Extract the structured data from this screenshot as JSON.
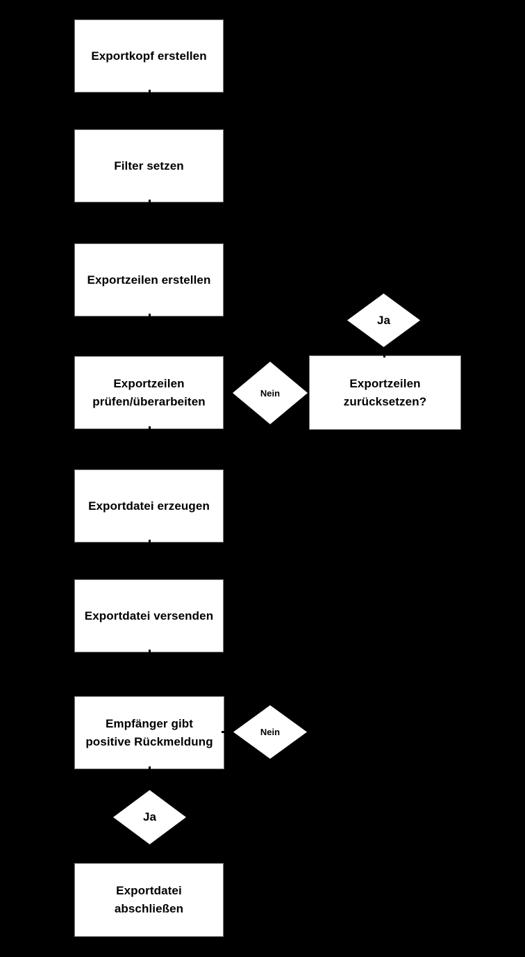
{
  "diagram": {
    "type": "flowchart",
    "background_color": "#000000",
    "node_fill": "#ffffff",
    "text_color": "#000000",
    "nodes": {
      "exportkopf": {
        "shape": "process",
        "label": "Exportkopf erstellen"
      },
      "filter": {
        "shape": "process",
        "label": "Filter setzen"
      },
      "zeilen_erstellen": {
        "shape": "process",
        "label": "Exportzeilen erstellen"
      },
      "pruefen": {
        "shape": "process",
        "label": "Exportzeilen\nprüfen/überarbeiten"
      },
      "zuruecksetzen": {
        "shape": "process",
        "label": "Exportzeilen\nzurücksetzen?"
      },
      "erzeugen": {
        "shape": "process",
        "label": "Exportdatei erzeugen"
      },
      "versenden": {
        "shape": "process",
        "label": "Exportdatei versenden"
      },
      "empfaenger": {
        "shape": "process",
        "label": "Empfänger gibt\npositive Rückmeldung"
      },
      "abschliessen": {
        "shape": "process",
        "label": "Exportdatei\nabschließen"
      }
    },
    "decision_labels": {
      "ja_top": {
        "shape": "diamond",
        "label": "Ja"
      },
      "nein_pruefen": {
        "shape": "diamond",
        "label": "Nein"
      },
      "nein_empfaenger": {
        "shape": "diamond",
        "label": "Nein"
      },
      "ja_bottom": {
        "shape": "diamond",
        "label": "Ja"
      }
    }
  }
}
